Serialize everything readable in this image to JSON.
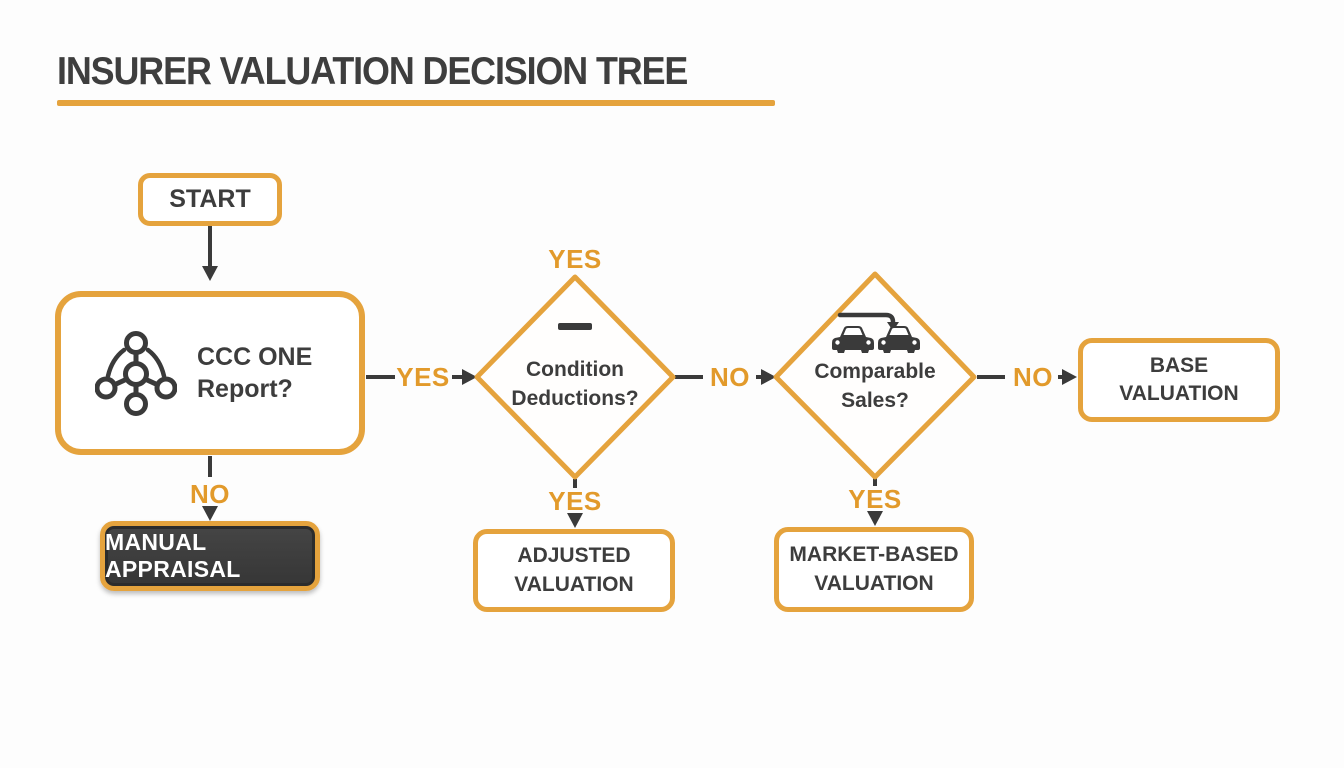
{
  "title": "INSURER VALUATION DECISION TREE",
  "colors": {
    "accent_orange": "#E5A33D",
    "edge_label_orange": "#E29A2B",
    "dark_text": "#3D3D3D",
    "manual_box_fill": "#3B3B3B",
    "background": "#FDFDFD"
  },
  "nodes": {
    "start": {
      "label": "START"
    },
    "ccc_report": {
      "line1": "CCC ONE",
      "line2": "Report?",
      "icon": "network-icon"
    },
    "condition_deductions": {
      "line1": "Condition",
      "line2": "Deductions?",
      "icon": "minus-icon"
    },
    "comparable_sales": {
      "line1": "Comparable",
      "line2": "Sales?",
      "icon": "car-comparison-icon"
    },
    "manual_appraisal": {
      "label": "MANUAL APPRAISAL"
    },
    "adjusted_valuation": {
      "line1": "ADJUSTED",
      "line2": "VALUATION"
    },
    "market_based_valuation": {
      "line1": "MARKET-BASED",
      "line2": "VALUATION"
    },
    "base_valuation": {
      "line1": "BASE",
      "line2": "VALUATION"
    }
  },
  "edge_labels": {
    "ccc_to_condition": "YES",
    "condition_top": "YES",
    "condition_to_comparable": "NO",
    "condition_to_adjusted": "YES",
    "ccc_to_manual": "NO",
    "comparable_to_base": "NO",
    "comparable_to_market": "YES"
  }
}
